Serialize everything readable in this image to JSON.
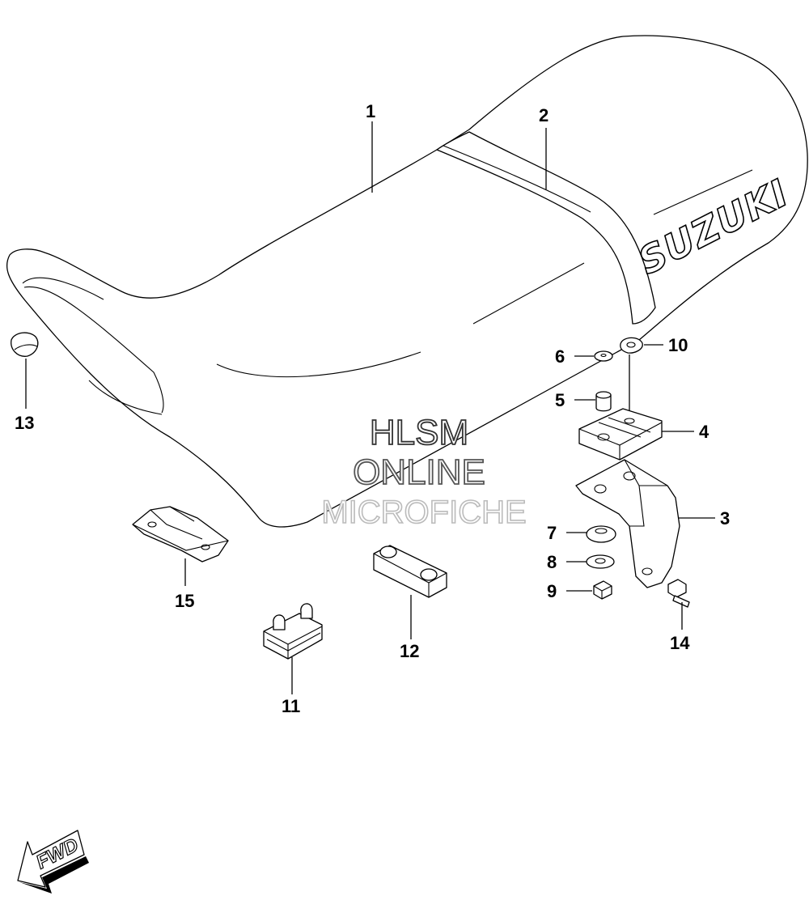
{
  "diagram": {
    "brand_logo": "SUZUKI",
    "watermark": [
      "HLSM",
      "ONLINE",
      "MICROFICHE"
    ],
    "direction_label": "FWD",
    "callouts": {
      "1": "1",
      "2": "2",
      "3": "3",
      "4": "4",
      "5": "5",
      "6": "6",
      "7": "7",
      "8": "8",
      "9": "9",
      "10": "10",
      "11": "11",
      "12": "12",
      "13": "13",
      "14": "14",
      "15": "15"
    }
  }
}
